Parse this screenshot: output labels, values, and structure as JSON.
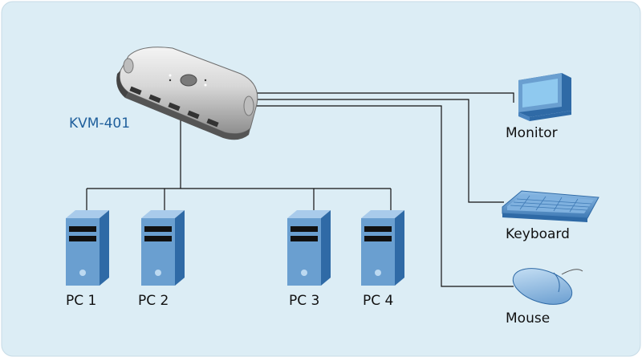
{
  "diagram": {
    "switch_label": "KVM-401",
    "devices": {
      "monitor": "Monitor",
      "keyboard": "Keyboard",
      "mouse": "Mouse"
    },
    "computers": [
      "PC 1",
      "PC 2",
      "PC 3",
      "PC 4"
    ]
  },
  "colors": {
    "background": "#dcedf5",
    "line": "#111111",
    "pc_body": "#6a9fd0",
    "pc_side": "#2f6aa6",
    "pc_top": "#a9cbeb",
    "screen": "#8fc9ef",
    "switch_label": "#1f5f9c"
  }
}
